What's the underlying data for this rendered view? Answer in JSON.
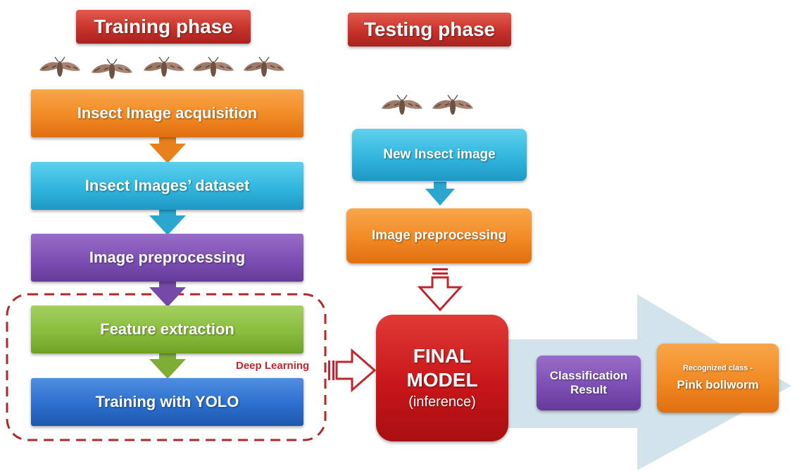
{
  "training": {
    "title": "Training phase",
    "steps": [
      "Insect Image acquisition",
      "Insect Images’ dataset",
      "Image preprocessing",
      "Feature extraction",
      "Training with YOLO"
    ],
    "deep_learning_label": "Deep Learning"
  },
  "testing": {
    "title": "Testing phase",
    "steps": [
      "New Insect image",
      "Image preprocessing"
    ]
  },
  "model": {
    "line1": "FINAL",
    "line2": "MODEL",
    "line3": "(inference)"
  },
  "result": {
    "classification_line1": "Classification",
    "classification_line2": "Result",
    "recognized_caption": "Recognized class -",
    "recognized_value": "Pink bollworm"
  },
  "colors": {
    "phase_red": "#c8322a",
    "model_red": "#c8161a",
    "dashed_border": "#b02a2a",
    "big_arrow": "#d3e3ec"
  }
}
